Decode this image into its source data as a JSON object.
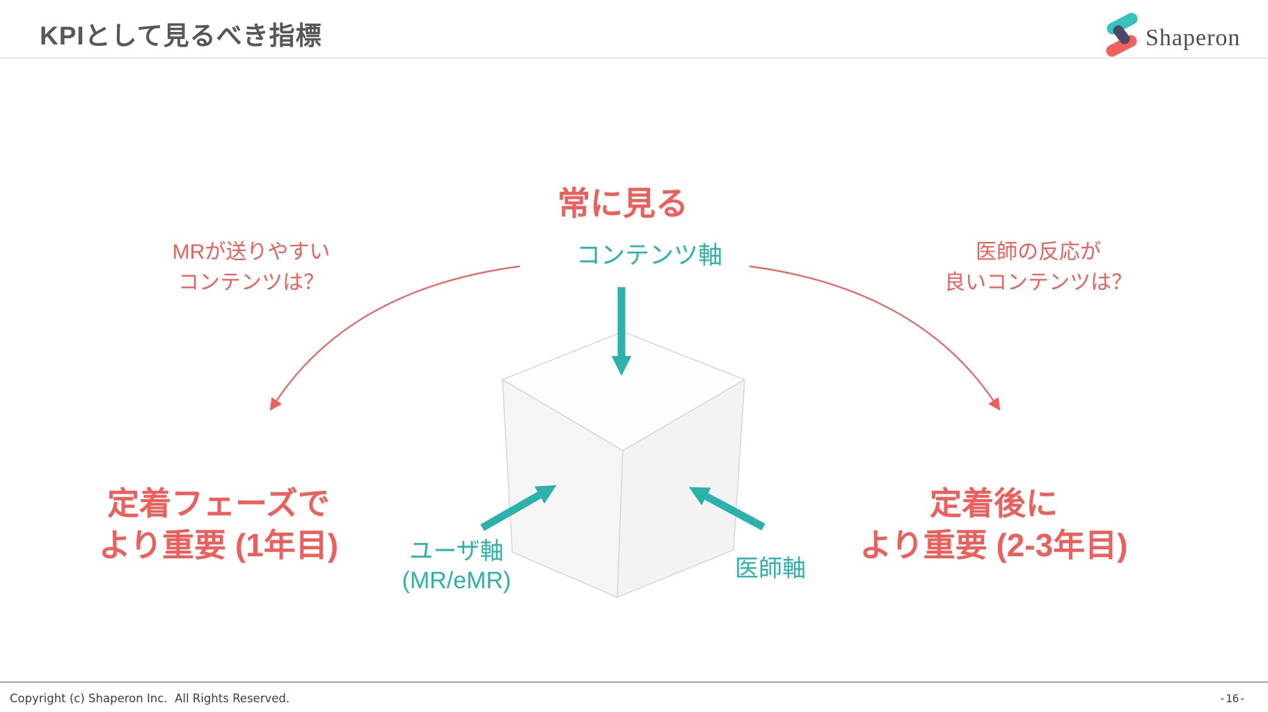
{
  "header": {
    "title": "KPIとして見るべき指標",
    "brand": "Shaperon"
  },
  "center": {
    "always_watch": "常に見る",
    "content_axis": "コンテンツ軸"
  },
  "left": {
    "question": [
      "MRが送りやすい",
      "コンテンツは？"
    ],
    "emphasis": [
      "定着フェーズで",
      "より重要 (1年目)"
    ]
  },
  "right": {
    "question": [
      "医師の反応が",
      "良いコンテンツは？"
    ],
    "emphasis": [
      "定着後に",
      "より重要 (2-3年目)"
    ]
  },
  "cube": {
    "user_axis": [
      "ユーザ軸",
      "(MR/eMR)"
    ],
    "doctor_axis": "医師軸"
  },
  "footer": {
    "copyright": "Copyright (c) Shaperon Inc.  All Rights Reserved.",
    "page": "-16-"
  },
  "colors": {
    "accent_red": "#EE5F5B",
    "accent_teal": "#2BB3AB",
    "title_gray": "#575757",
    "logo_teal": "#35C3BD",
    "logo_red": "#F0615C",
    "logo_dark": "#4B4A66"
  }
}
